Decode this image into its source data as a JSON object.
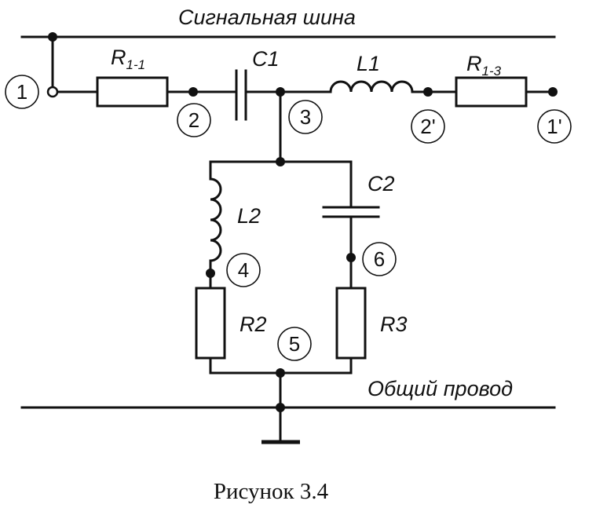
{
  "bus": {
    "signal": "Сигнальная шина",
    "common": "Общий провод"
  },
  "components": {
    "r11": {
      "letter": "R",
      "sub": "1-1"
    },
    "r13": {
      "letter": "R",
      "sub": "1-3"
    },
    "c1": "C1",
    "l1": "L1",
    "c2": "C2",
    "l2": "L2",
    "r2": "R2",
    "r3": "R3"
  },
  "nodes": {
    "n1": "1",
    "n2": "2",
    "n3": "3",
    "n2p": "2'",
    "n1p": "1'",
    "n4": "4",
    "n5": "5",
    "n6": "6"
  },
  "caption": "Рисунок 3.4"
}
